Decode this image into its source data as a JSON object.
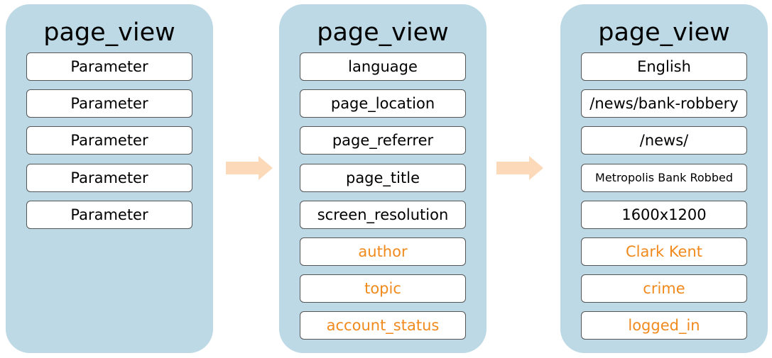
{
  "colors": {
    "panel_bg": "#bcd9e5",
    "box_bg": "#ffffff",
    "box_border": "#555555",
    "custom_text": "#f08a1c",
    "arrow": "#fcd9b8"
  },
  "panels": [
    {
      "title": "page_view",
      "params": [
        {
          "label": "Parameter"
        },
        {
          "label": "Parameter"
        },
        {
          "label": "Parameter"
        },
        {
          "label": "Parameter"
        },
        {
          "label": "Parameter"
        }
      ]
    },
    {
      "title": "page_view",
      "params": [
        {
          "label": "language"
        },
        {
          "label": "page_location"
        },
        {
          "label": "page_referrer"
        },
        {
          "label": "page_title"
        },
        {
          "label": "screen_resolution"
        },
        {
          "label": "author"
        },
        {
          "label": "topic"
        },
        {
          "label": "account_status"
        }
      ]
    },
    {
      "title": "page_view",
      "params": [
        {
          "label": "English"
        },
        {
          "label": "/news/bank-robbery"
        },
        {
          "label": "/news/"
        },
        {
          "label": "Metropolis Bank Robbed"
        },
        {
          "label": "1600x1200"
        },
        {
          "label": "Clark Kent"
        },
        {
          "label": "crime"
        },
        {
          "label": "logged_in"
        }
      ]
    }
  ],
  "arrows": [
    {
      "icon": "right-arrow-icon"
    },
    {
      "icon": "right-arrow-icon"
    }
  ]
}
